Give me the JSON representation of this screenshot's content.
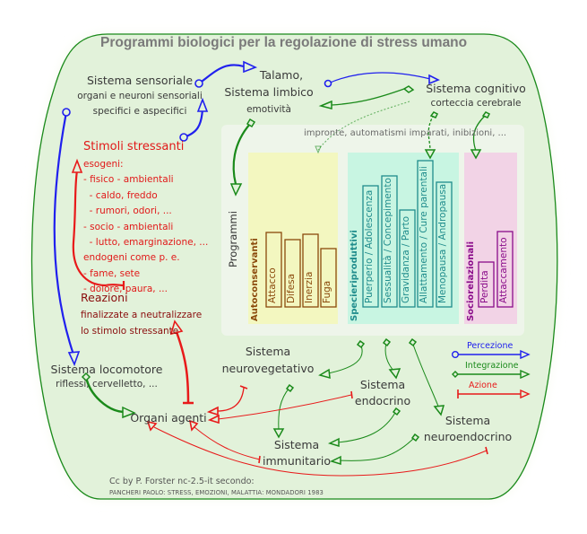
{
  "title": "Programmi biologici per la regolazione di stress umano",
  "nodes": {
    "sensory": {
      "title": "Sistema sensoriale",
      "sub1": "organi e neuroni sensoriali",
      "sub2": "specifici e aspecifici"
    },
    "limbic": {
      "title1": "Talamo,",
      "title2": "Sistema limbico",
      "sub": "emotività"
    },
    "cognitive": {
      "title": "Sistema cognitivo",
      "sub": "corteccia cerebrale"
    },
    "stimuli": {
      "title": "Stimoli stressanti",
      "lines": [
        "esogeni:",
        "- fisico - ambientali",
        "  - caldo, freddo",
        "  - rumori, odori, ...",
        "- socio - ambientali",
        "  - lutto, emarginazione, ...",
        "endogeni come p. e.",
        "- fame, sete",
        "- dolore, paura, ..."
      ]
    },
    "reactions": {
      "title": "Reazioni",
      "sub1": "finalizzate a neutralizzare",
      "sub2": "lo stimolo stressante"
    },
    "locomotor": {
      "title": "Sistema locomotore",
      "sub": "riflessi, cervelletto, ..."
    },
    "effectors": {
      "title": "Organi agenti"
    },
    "neurovegetative": {
      "title1": "Sistema",
      "title2": "neurovegetativo"
    },
    "endocrine": {
      "title1": "Sistema",
      "title2": "endocrino"
    },
    "immune": {
      "title1": "Sistema",
      "title2": "immunitario"
    },
    "neuroendocrine": {
      "title1": "Sistema",
      "title2": "neuroendocrino"
    }
  },
  "programs": {
    "imprint_note": "impronte, automatismi imparati, inibizioni, ...",
    "label": "Programmi",
    "groups": [
      {
        "name": "Autoconservanti",
        "color": "#8b4a0c",
        "bg": "#f3f7c0",
        "items": [
          "Attacco",
          "Difesa",
          "Inerzia",
          "Fuga"
        ]
      },
      {
        "name": "Specieriproduttivi",
        "color": "#1f8c8c",
        "bg": "#c8f5e2",
        "items": [
          "Puerperio / Adolescenza",
          "Sessualità / Concepimento",
          "Gravidanza / Parto",
          "Allattamento / Cure parentali",
          "Menopausa / Andropausa"
        ]
      },
      {
        "name": "Sociorelazionali",
        "color": "#8a0c8a",
        "bg": "#f2d3e6",
        "items": [
          "Perdita",
          "Attaccamento"
        ]
      }
    ]
  },
  "legend": [
    {
      "label": "Percezione",
      "color": "#2020ee",
      "kind": "perception"
    },
    {
      "label": "Integrazione",
      "color": "#1a8a1a",
      "kind": "integration"
    },
    {
      "label": "Azione",
      "color": "#e81a1a",
      "kind": "action"
    }
  ],
  "colors": {
    "perception": "#2020ee",
    "integration": "#1a8a1a",
    "action": "#e81a1a",
    "background": "#e2f2da",
    "border": "#1a8a1a"
  },
  "credits": {
    "line1": "Cc by P. Forster nc-2.5-it secondo:",
    "line2": "PANCHERI PAOLO: STRESS, EMOZIONI, MALATTIA: MONDADORI 1983"
  }
}
